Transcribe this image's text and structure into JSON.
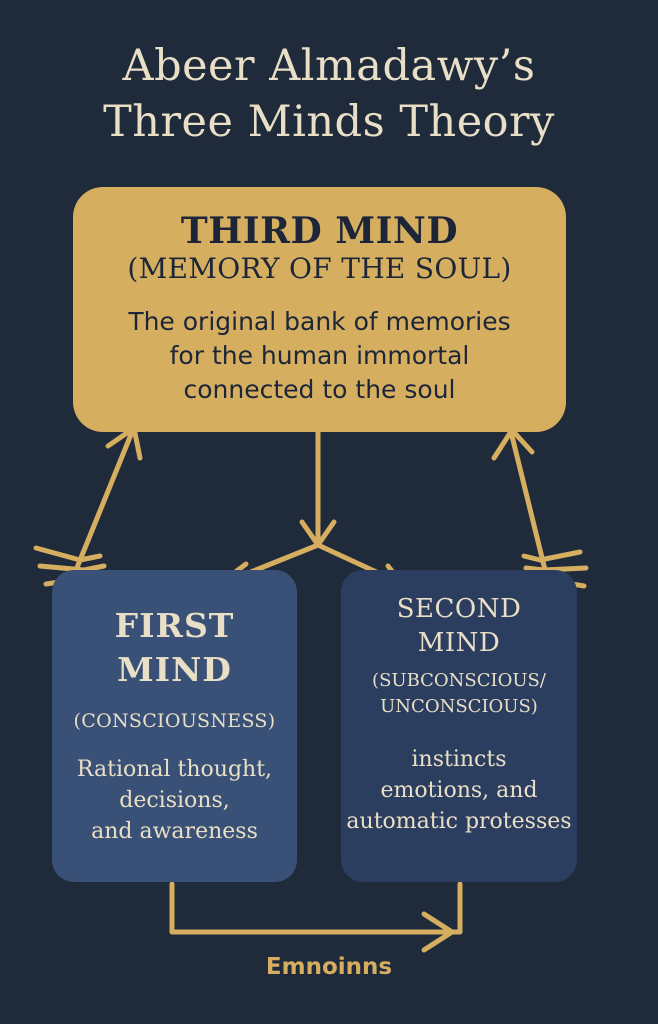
{
  "title": {
    "line1": "Abeer Almadawy’s",
    "line2": "Three Minds Theory"
  },
  "third_mind": {
    "heading": "THIRD MIND",
    "subheading": "(MEMORY OF THE SOUL)",
    "description": [
      "The original bank of memories",
      "for the human immortal",
      "connected to the soul"
    ]
  },
  "first_mind": {
    "heading": [
      "FIRST",
      "MIND"
    ],
    "subheading": "(CONSCIOUSNESS)",
    "description": [
      "Rational thought,",
      "decisions,",
      "and awareness"
    ]
  },
  "second_mind": {
    "heading": [
      "SECOND",
      "MIND"
    ],
    "subheading": [
      "(SUBCONSCIOUS/",
      "UNCONSCIOUS)"
    ],
    "description": [
      "instincts",
      "emotions, and",
      "automatic protesses"
    ]
  },
  "footer_label": "Emnoinns",
  "colors": {
    "background": "#1f2a3b",
    "third_mind_fill": "#d6ae60",
    "first_mind_fill": "#3a5177",
    "second_mind_fill": "#2c3e5f",
    "arrow": "#d6ae60",
    "light_text": "#e9dfc6"
  }
}
